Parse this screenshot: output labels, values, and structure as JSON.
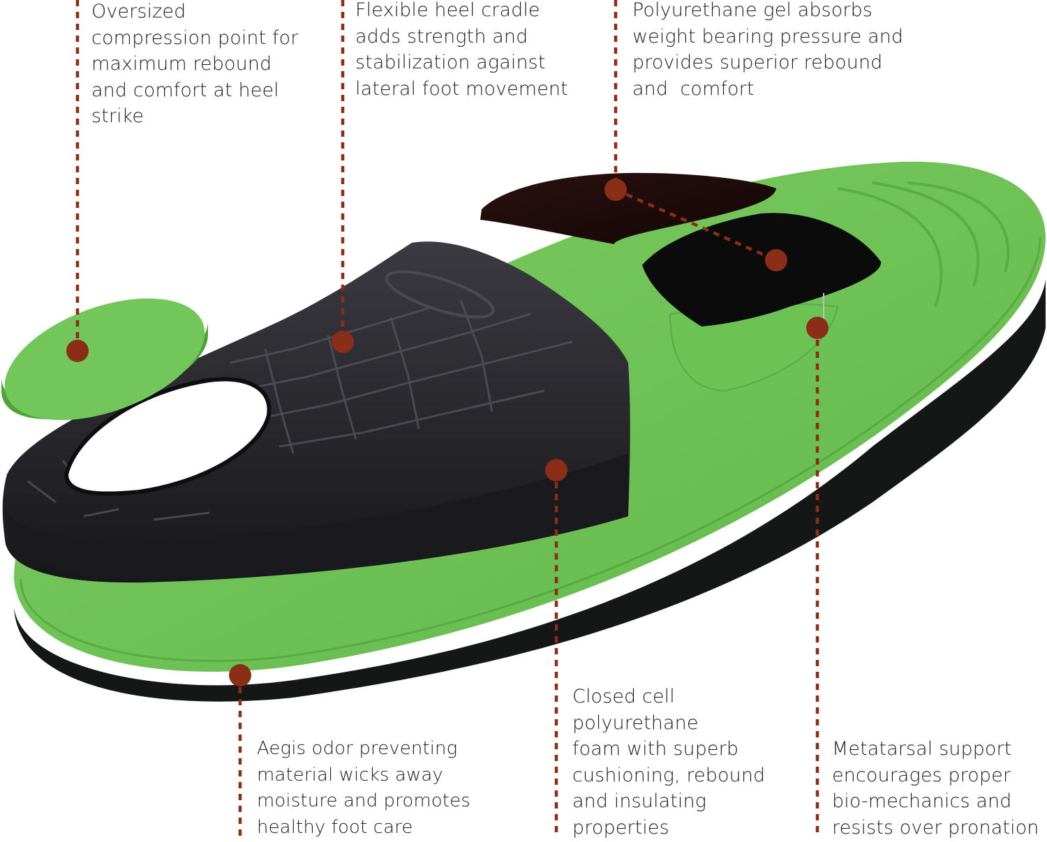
{
  "accent": "#8a2e17",
  "callouts": [
    {
      "id": "heel-compression-point",
      "lines": [
        "Oversized",
        "compression point for",
        "maximum rebound",
        "and comfort at heel",
        "strike"
      ]
    },
    {
      "id": "heel-cradle",
      "lines": [
        "Flexible heel cradle",
        "adds strength and",
        "stabilization against",
        "lateral foot movement"
      ]
    },
    {
      "id": "gel-forefoot",
      "lines": [
        "Polyurethane gel absorbs",
        "weight bearing pressure and",
        "provides superior rebound",
        "and  comfort"
      ]
    },
    {
      "id": "aegis-top-cover",
      "lines": [
        "Aegis odor preventing",
        "material wicks away",
        "moisture and promotes",
        "healthy foot care"
      ]
    },
    {
      "id": "closed-cell-foam",
      "lines": [
        "Closed cell",
        "polyurethane",
        "foam with superb",
        "cushioning, rebound",
        "and insulating",
        "properties"
      ]
    },
    {
      "id": "metatarsal-support",
      "lines": [
        "Metatarsal support",
        "encourages proper",
        "bio-mechanics and",
        "resists over pronation"
      ]
    }
  ]
}
